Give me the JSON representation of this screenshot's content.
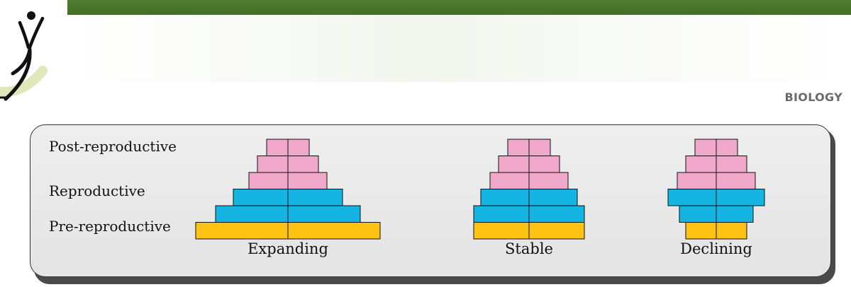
{
  "header": {
    "section": "BIOLOGY",
    "brand_color": "#4a7a2c"
  },
  "diagram": {
    "row_labels": {
      "post_reproductive": "Post-reproductive",
      "reproductive": "Reproductive",
      "pre_reproductive": "Pre-reproductive"
    },
    "colors": {
      "post_reproductive": "#f1a7c9",
      "reproductive": "#14b5e3",
      "pre_reproductive": "#fec214"
    },
    "pyramids": [
      {
        "label": "Expanding",
        "bands": [
          "post_reproductive",
          "post_reproductive",
          "post_reproductive",
          "reproductive",
          "reproductive",
          "pre_reproductive"
        ]
      },
      {
        "label": "Stable",
        "bands": [
          "post_reproductive",
          "post_reproductive",
          "post_reproductive",
          "reproductive",
          "reproductive",
          "pre_reproductive"
        ]
      },
      {
        "label": "Declining",
        "bands": [
          "post_reproductive",
          "post_reproductive",
          "post_reproductive",
          "reproductive",
          "reproductive",
          "pre_reproductive"
        ]
      }
    ]
  }
}
